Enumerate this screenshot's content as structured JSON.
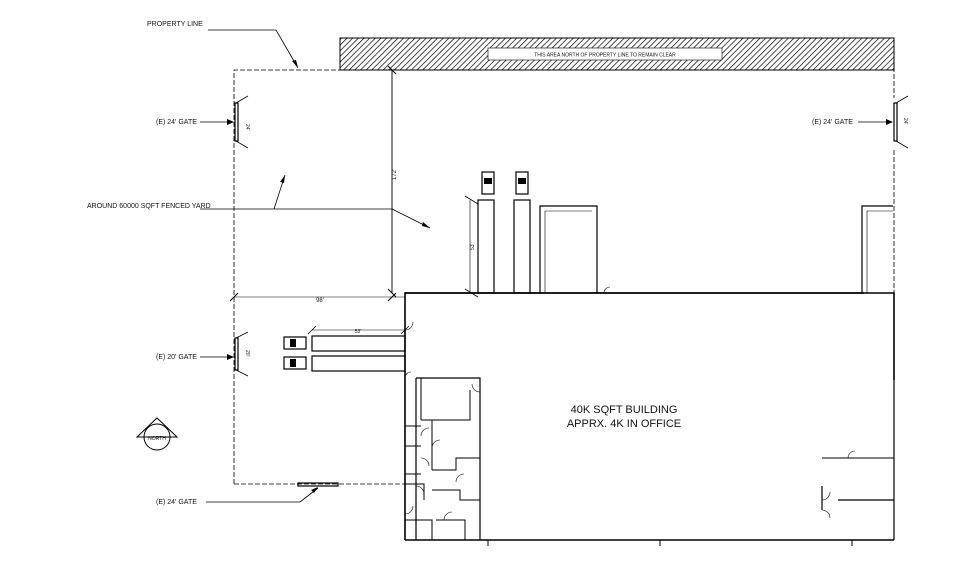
{
  "labels": {
    "property_line": "PROPERTY LINE",
    "clear_area": "THIS AREA NORTH OF PROPERTY LINE TO REMAIN CLEAR",
    "gate_nw": "(E)   24' GATE",
    "gate_ne": "(E)   24' GATE",
    "gate_w": "(E)   20' GATE",
    "gate_s": "(E)   24' GATE",
    "fenced_yard": "AROUND 60000 SQFT FENCED YARD",
    "building_line1": "40K SQFT BUILDING",
    "building_line2": "APPRX. 4K IN OFFICE",
    "north": "NORTH"
  },
  "dimensions": {
    "gate_nw": "24'",
    "gate_ne": "24'",
    "gate_w": "20'",
    "yard_height": "172'",
    "yard_width": "98'",
    "trailer_length_v": "53'",
    "trailer_length_h": "53'"
  },
  "colors": {
    "line": "#000000",
    "hatch": "#000000"
  }
}
